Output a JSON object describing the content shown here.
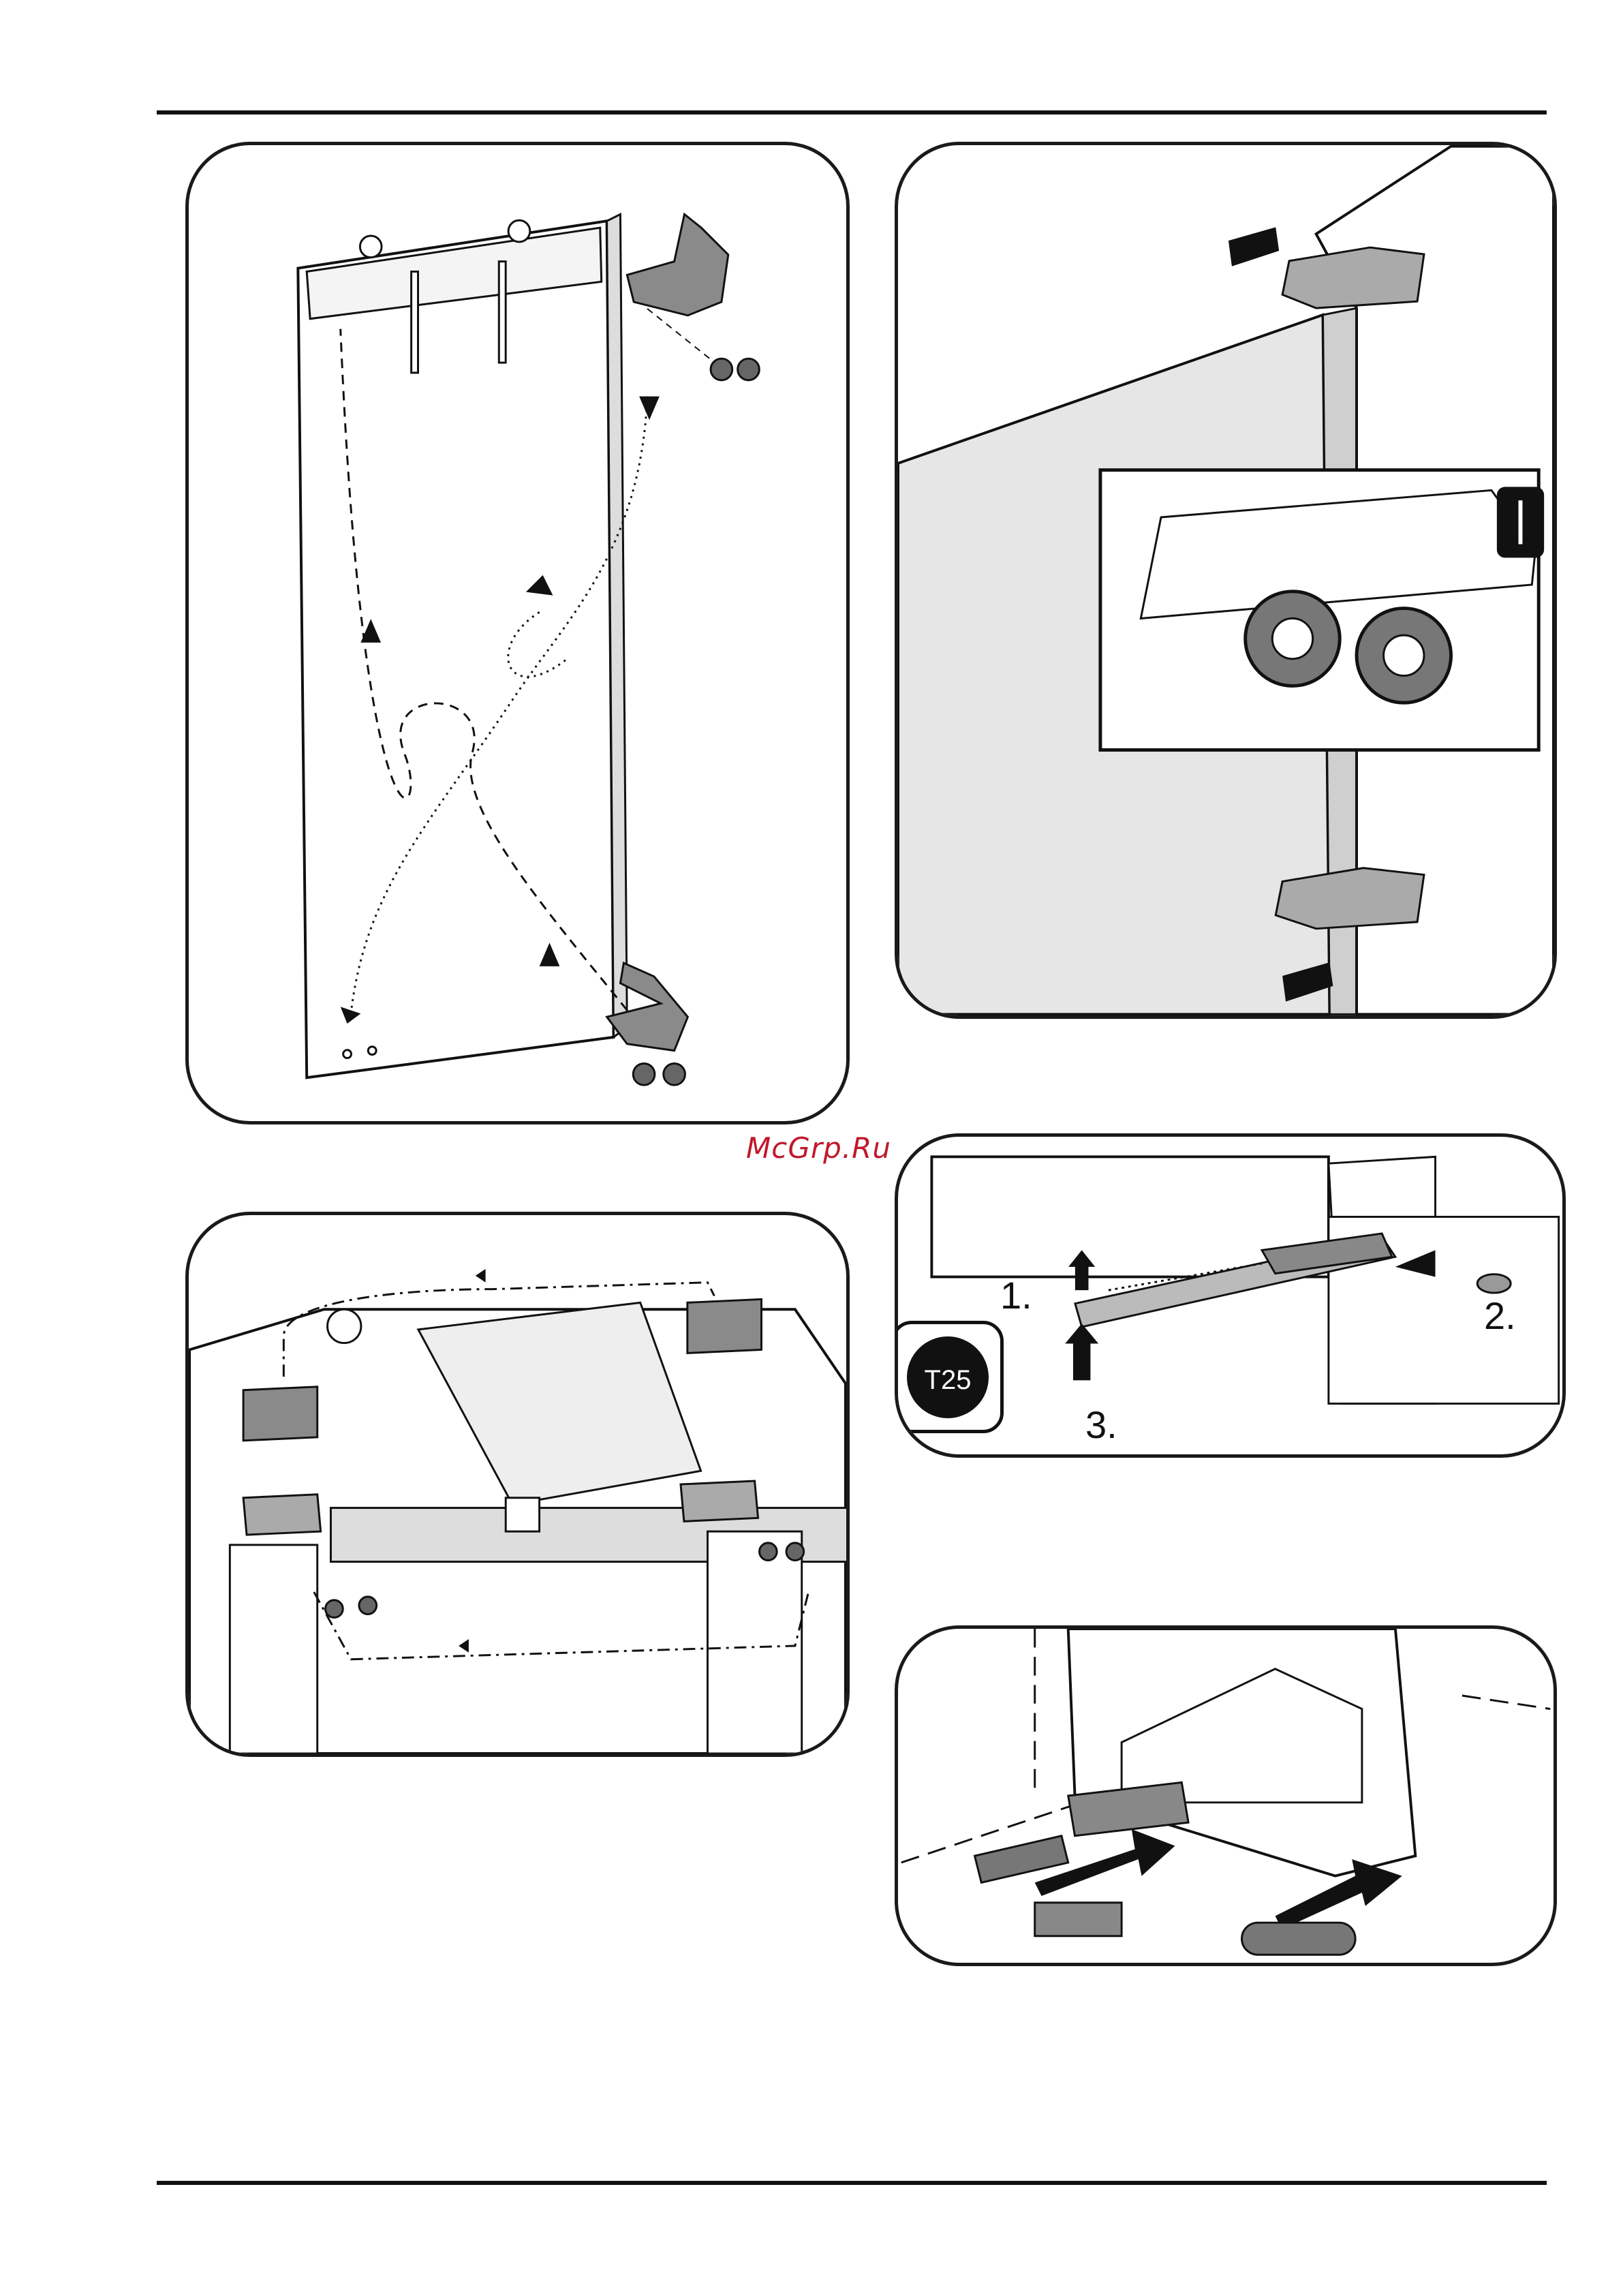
{
  "watermark": "McGrp.Ru",
  "panel4": {
    "step1": "1.",
    "step2": "2.",
    "step3": "3.",
    "tool": "T25"
  },
  "icons": [
    "hinge-icon",
    "screw-icon",
    "arrow-icon",
    "screwdriver-icon",
    "torx-t25-icon"
  ]
}
